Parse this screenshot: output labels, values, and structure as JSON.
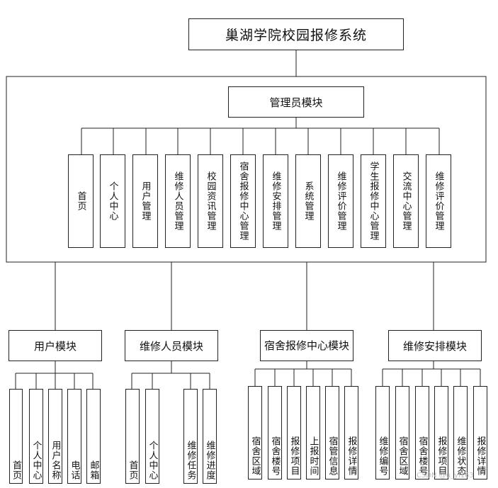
{
  "title": "巢湖学院校园报修系统",
  "admin": {
    "label": "管理员模块",
    "items": [
      "首页",
      "个人中心",
      "用户管理",
      "维修人员管理",
      "校园资讯管理",
      "宿舍报修中心管理",
      "维修安排管理",
      "系统管理",
      "维修评价管理",
      "学生报修中心管理",
      "交流中心管理",
      "维修评价管理"
    ]
  },
  "modules": [
    {
      "label": "用户模块",
      "items": [
        "首页",
        "个人中心",
        "用户名称",
        "电话",
        "邮箱"
      ]
    },
    {
      "label": "维修人员模块",
      "items": [
        "首页",
        "个人中心",
        "维修任务",
        "维修进度"
      ]
    },
    {
      "label": "宿舍报修中心模块",
      "items": [
        "宿舍区域",
        "宿舍楼号",
        "报修项目",
        "上报时间",
        "宿管信息",
        "报修详情"
      ]
    },
    {
      "label": "维修安排模块",
      "items": [
        "维修编号",
        "宿舍区域",
        "宿舍楼号",
        "报修项目",
        "维修状态",
        "报修详情"
      ]
    }
  ],
  "watermark": "CSDN @u_yi163"
}
